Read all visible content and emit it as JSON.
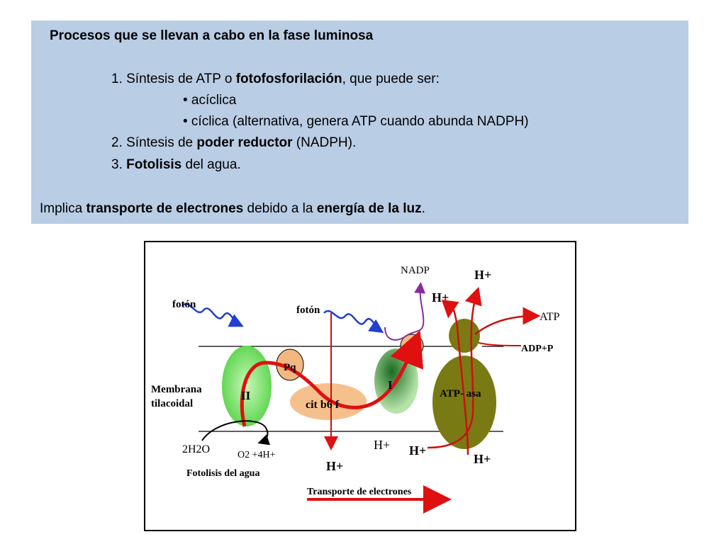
{
  "textbox": {
    "title": "Procesos que se llevan a cabo en la fase luminosa",
    "item1": {
      "prefix": "1. Síntesis de ATP o ",
      "bold": "fotofosforilación",
      "suffix": ", que puede ser:"
    },
    "bullet1": "• acíclica",
    "bullet2": "• cíclica (alternativa, genera ATP cuando abunda NADPH)",
    "item2": {
      "prefix": "2. Síntesis de ",
      "bold": "poder reductor",
      "suffix": " (NADPH)."
    },
    "item3": {
      "prefix": "3. ",
      "bold": "Fotolisis",
      "suffix": " del agua."
    },
    "summary": {
      "p1": "Implica ",
      "b1": "transporte de electrones",
      "p2": " debido a la ",
      "b2": "energía de la luz",
      "p3": "."
    }
  },
  "diagram": {
    "foton_left": "fotón",
    "foton_right": "fotón",
    "membrane_label_1": "Membrana",
    "membrane_label_2": "tilacoidal",
    "ps2": "II",
    "pq": "Pq",
    "cytb6f": "cit b6 f",
    "ps1": "I",
    "atpase": "ATP- asa",
    "nadp": "NADP",
    "h_top_1": "H+",
    "h_top_2": "H+",
    "atp": "ATP",
    "adp": "ADP+P",
    "water": "2H2O",
    "o2": "O2 +4H+",
    "fotolisis": "Fotolisis del agua",
    "h_bottom_1": "H+",
    "h_bottom_2": "H+",
    "h_bottom_3": "H+",
    "h_bottom_4": "H+",
    "transport": "Transporte de electrones"
  },
  "colors": {
    "textbox_bg": "#b9cde5",
    "ps2_fill": "#7de06a",
    "ps1_fill": "#2e8b35",
    "cytb6f_fill": "#f6c08c",
    "pq_fill": "#f2b880",
    "atpase_fill": "#7a7a14",
    "electron_arrow": "#e01010",
    "photon_arrow": "#1f3fd0",
    "nadp_arrow": "#8a2aa0"
  }
}
